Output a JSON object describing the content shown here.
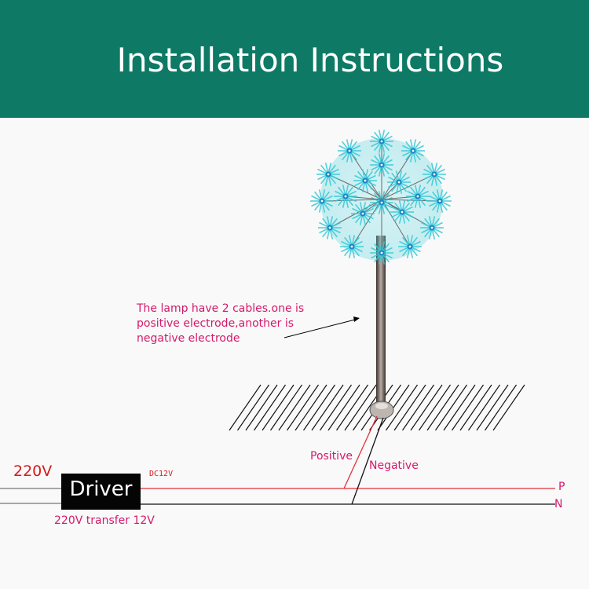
{
  "header": {
    "title": "Installation Instructions",
    "background": "#0e7a65"
  },
  "diagram": {
    "note": "The lamp have 2 cables.one is positive electrode,another is negative electrode",
    "input_voltage": "220V",
    "driver_label": "Driver",
    "driver_output": "DC12V",
    "driver_caption": "220V transfer 12V",
    "positive_label": "Positive",
    "negative_label": "Negative",
    "p_line_label": "P",
    "n_line_label": "N",
    "colors": {
      "positive_wire": "#e0303a",
      "negative_wire": "#000000",
      "lamp": "#35c9d6",
      "text": "#d6196b"
    }
  }
}
